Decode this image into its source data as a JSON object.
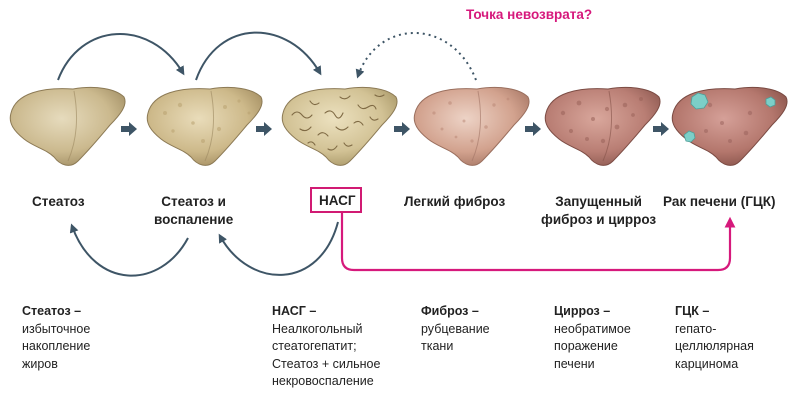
{
  "header": {
    "point_of_no_return": "Точка невозврата?"
  },
  "colors": {
    "accent": "#d6197c",
    "arrow": "#3e5566",
    "liver_steatosis": "#cbb98e",
    "liver_fibrosis": "#d2a28e",
    "liver_cirrhosis": "#b97e74",
    "tumor": "#7ccfc8"
  },
  "stages": [
    {
      "id": "steatosis",
      "label_lines": [
        "Стеатоз"
      ]
    },
    {
      "id": "steatosis-inflammation",
      "label_lines": [
        "Стеатоз и",
        "воспаление"
      ]
    },
    {
      "id": "nash",
      "label_lines": [
        "НАСГ"
      ],
      "highlighted": true
    },
    {
      "id": "mild-fibrosis",
      "label_lines": [
        "Легкий фиброз"
      ]
    },
    {
      "id": "advanced-fibrosis-cirrhosis",
      "label_lines": [
        "Запущенный",
        "фиброз и цирроз"
      ]
    },
    {
      "id": "liver-cancer",
      "label_lines": [
        "Рак печени (ГЦК)"
      ]
    }
  ],
  "definitions": [
    {
      "term": "Стеатоз –",
      "lines": [
        "избыточное",
        "накопление",
        "жиров"
      ]
    },
    {
      "term": "НАСГ –",
      "lines": [
        "Неалкогольный",
        "стеатогепатит;",
        "Стеатоз + сильное",
        "некровоспаление"
      ]
    },
    {
      "term": "Фиброз –",
      "lines": [
        "рубцевание",
        "ткани"
      ]
    },
    {
      "term": "Цирроз –",
      "lines": [
        "необратимое",
        "поражение",
        "печени"
      ]
    },
    {
      "term": "ГЦК –",
      "lines": [
        "гепато-",
        "целлюлярная",
        "карцинома"
      ]
    }
  ]
}
